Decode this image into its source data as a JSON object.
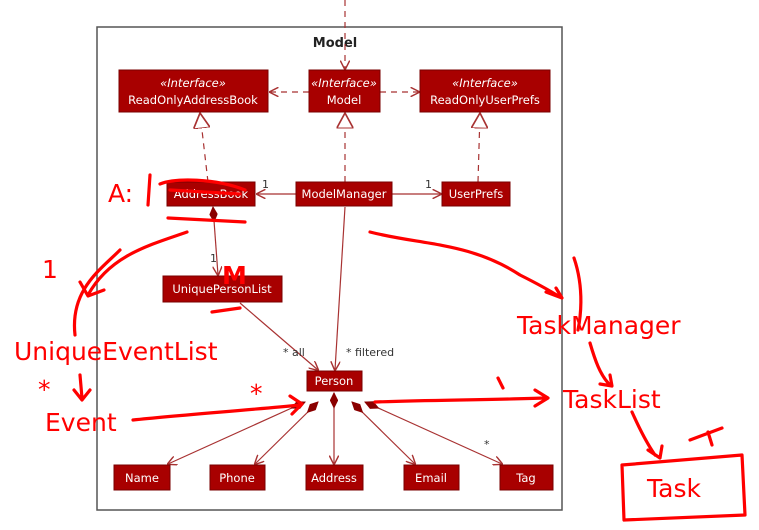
{
  "diagram": {
    "package_title": "Model",
    "stereotype": "«Interface»",
    "classes": {
      "read_only_address_book": "ReadOnlyAddressBook",
      "model": "Model",
      "read_only_user_prefs": "ReadOnlyUserPrefs",
      "address_book": "AddressBook",
      "model_manager": "ModelManager",
      "user_prefs": "UserPrefs",
      "unique_person_list": "UniquePersonList",
      "person": "Person",
      "name": "Name",
      "phone": "Phone",
      "address": "Address",
      "email": "Email",
      "tag": "Tag"
    },
    "multiplicities": {
      "mm_to_ab": "1",
      "mm_to_up": "1",
      "ab_to_upl": "1",
      "all": "* all",
      "filtered": "* filtered",
      "tag": "*"
    },
    "colors": {
      "class_fill": "#a80000",
      "edge": "#a83232",
      "annotation": "#ff0000"
    }
  },
  "annotations": {
    "a_label": "A:",
    "m_label": "M",
    "one_label": "1",
    "star_left": "*",
    "star_person": "*",
    "unique_event_list": "UniqueEventList",
    "event": "Event",
    "task_manager": "TaskManager",
    "task_list": "TaskList",
    "task": "Task"
  }
}
